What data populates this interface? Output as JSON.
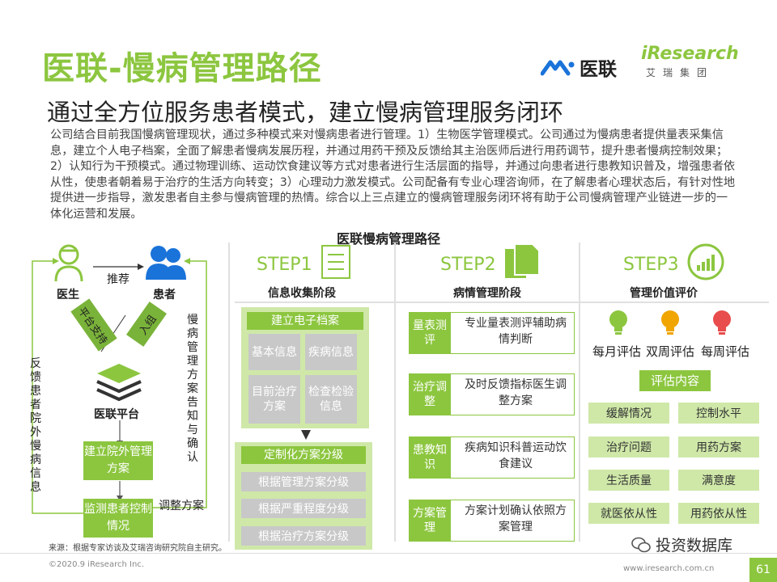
{
  "header": {
    "title": "医联-慢病管理路径",
    "subtitle": "通过全方位服务患者模式，建立慢病管理服务闭环",
    "paragraph": "公司结合目前我国慢病管理现状，通过多种模式来对慢病患者进行管理。1）生物医学管理模式。公司通过为慢病患者提供量表采集信息，建立个人电子档案，全面了解患者慢病发展历程，并通过用药干预及反馈给其主治医师后进行用药调节，提升患者慢病控制效果；2）认知行为干预模式。通过物理训练、运动饮食建议等方式对患者进行生活层面的指导，并通过向患者进行患教知识普及，增强患者依从性，使患者朝着易于治疗的生活方向转变；3）心理动力激发模式。公司配备有专业心理咨询师，在了解患者心理状态后，有针对性地提供进一步指导，激发患者自主参与慢病管理的热情。综合以上三点建立的慢病管理服务闭环将有助于公司慢病管理产业链进一步的一体化运营和发展。",
    "logo_yilian": "医联",
    "logo_iresearch": "iResearch",
    "logo_iresearch_cn": "艾瑞集团"
  },
  "diagram": {
    "title": "医联慢病管理路径",
    "left": {
      "doctor": "医生",
      "patient": "患者",
      "recommend": "推荐",
      "platform_support": "平台支持",
      "join": "入组",
      "platform": "医联平台",
      "build_file": "建立院外管理方案",
      "monitor": "监测患者控制情况",
      "adjust": "调整方案",
      "feedback": "反馈患者院外慢病信息",
      "notify": "慢病管理方案告知与确认"
    },
    "step1": {
      "label": "STEP1",
      "name": "信息收集阶段",
      "header": "建立电子档案",
      "cells": [
        "基本信息",
        "疾病信息",
        "目前治疗方案",
        "检查检验信息"
      ],
      "plan_header": "定制化方案分级",
      "plans": [
        "根据管理方案分级",
        "根据严重程度分级",
        "根据治疗方案分级"
      ]
    },
    "step2": {
      "label": "STEP2",
      "name": "病情管理阶段",
      "rows": [
        {
          "key": "量表测评",
          "value": "专业量表测评辅助病情判断"
        },
        {
          "key": "治疗调整",
          "value": "及时反馈指标医生调整方案"
        },
        {
          "key": "患教知识",
          "value": "疾病知识科普运动饮食建议"
        },
        {
          "key": "方案管理",
          "value": "方案计划确认依照方案管理"
        }
      ]
    },
    "step3": {
      "label": "STEP3",
      "name": "管理价值评价",
      "freq": [
        "每月评估",
        "双周评估",
        "每周评估"
      ],
      "bulb_colors": [
        "#8cc63f",
        "#f0a500",
        "#e84c4c"
      ],
      "content_header": "评估内容",
      "items": [
        "缓解情况",
        "控制水平",
        "治疗问题",
        "用药方案",
        "生活质量",
        "满意度",
        "就医依从性",
        "用药依从性"
      ]
    }
  },
  "footer": {
    "source": "来源：根据专家访谈及艾瑞咨询研究院自主研究。",
    "copyright": "©2020.9 iResearch Inc.",
    "website": "www.iresearch.com.cn",
    "watermark": "投资数据库",
    "page": "61"
  }
}
